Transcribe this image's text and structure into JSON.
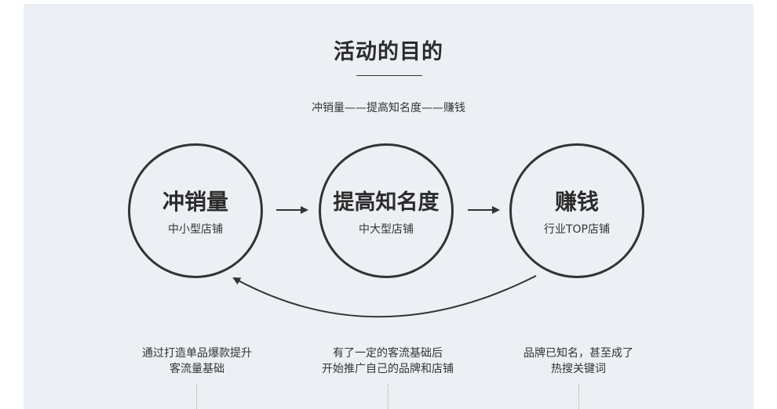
{
  "title": "活动的目的",
  "flow_text": "冲销量——提高知名度——赚钱",
  "stages": [
    {
      "title": "冲销量",
      "subtitle": "中小型店铺"
    },
    {
      "title": "提高知名度",
      "subtitle": "中大型店铺"
    },
    {
      "title": "赚钱",
      "subtitle": "行业TOP店铺"
    }
  ],
  "descriptions": [
    {
      "line1": "通过打造单品爆款提升",
      "line2": "客流量基础"
    },
    {
      "line1": "有了一定的客流基础后",
      "line2": "开始推广自己的品牌和店铺"
    },
    {
      "line1": "品牌已知名，甚至成了",
      "line2": "热搜关键词"
    }
  ],
  "colors": {
    "panel_background": "#eceff4",
    "stroke": "#333333",
    "text": "#2b2b2b"
  }
}
